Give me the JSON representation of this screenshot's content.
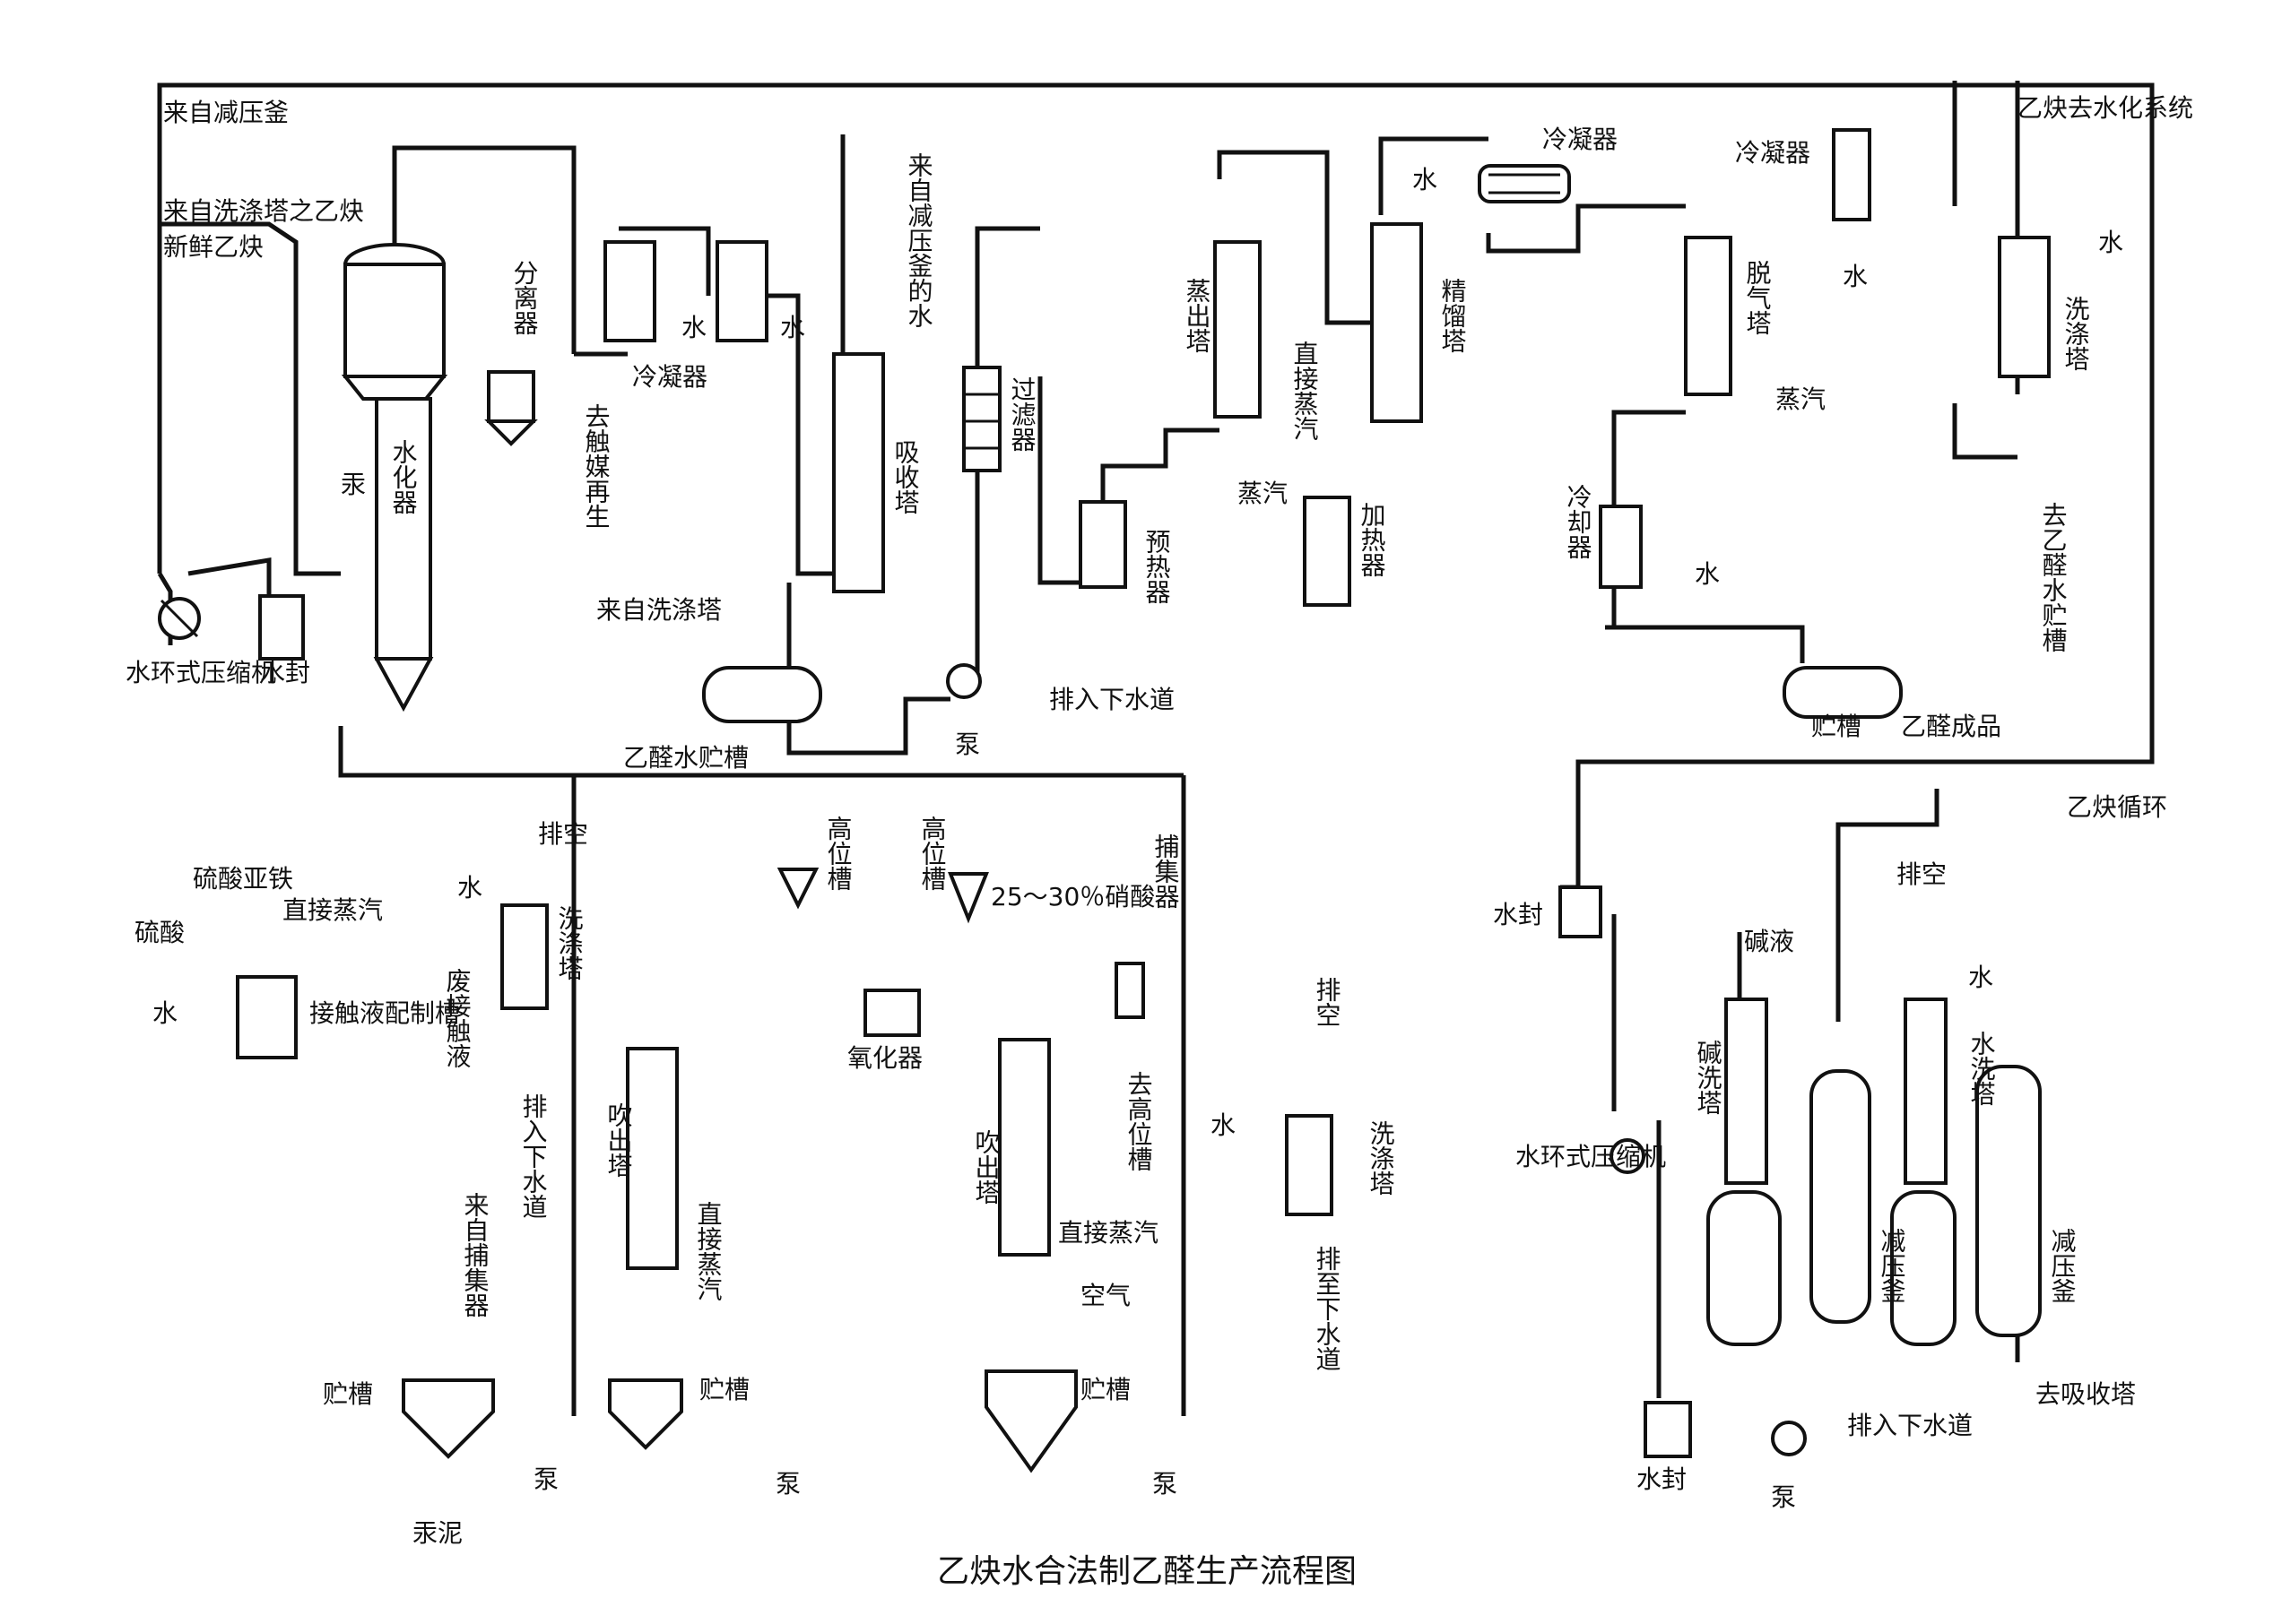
{
  "title": "乙炔水合法制乙醛生产流程图",
  "labels": {
    "from_decomp_kettle": "来自减压釜",
    "acetylene_from_washer": "来自洗涤塔之乙炔",
    "fresh_acetylene": "新鲜乙炔",
    "water_ring_compressor_1": "水环式压缩机",
    "water_seal_1": "水封",
    "hydrator": "水化器",
    "mercury": "汞",
    "separator": "分离器",
    "to_catalyst_regen": "去触媒再生",
    "condenser_1": "冷凝器",
    "water_a": "水",
    "water_b": "水",
    "absorber": "吸收塔",
    "water_from_decomp": "来自减压釜的水",
    "from_washer": "来自洗涤塔",
    "acetaldehyde_water_tank": "乙醛水贮槽",
    "pump_1": "泵",
    "filter": "过滤器",
    "preheater": "预热器",
    "to_sewer_1": "排入下水道",
    "stripper": "蒸出塔",
    "direct_steam_1": "直接蒸汽",
    "steam_1": "蒸汽",
    "heater": "加热器",
    "rectifier": "精馏塔",
    "condenser_2": "冷凝器",
    "water_c": "水",
    "condenser_3": "冷凝器",
    "water_d": "水",
    "degasser": "脱气塔",
    "steam_2": "蒸汽",
    "cooler": "冷却器",
    "water_e": "水",
    "storage_tank_1": "贮槽",
    "acetaldehyde_product": "乙醛成品",
    "acetylene_to_hydration": "乙炔去水化系统",
    "water_f": "水",
    "washer_1": "洗涤塔",
    "to_acetaldehyde_water_tank": "去乙醛水贮槽",
    "ferrous_sulfate": "硫酸亚铁",
    "sulfuric_acid": "硫酸",
    "direct_steam_2": "直接蒸汽",
    "water_g": "水",
    "catalyst_prep_tank": "接触液配制槽",
    "vent_1": "排空",
    "water_h": "水",
    "washer_2": "洗涤塔",
    "spent_catalyst": "废接触液",
    "to_sewer_2": "排入下水道",
    "from_collector": "来自捕集器",
    "blow_tower_1": "吹出塔",
    "direct_steam_3": "直接蒸汽",
    "storage_tank_2": "贮槽",
    "mercury_sludge": "汞泥",
    "pump_2": "泵",
    "high_tank_1": "高位槽",
    "high_tank_2": "高位槽",
    "nitric_acid": "25～30％硝酸",
    "oxidizer": "氧化器",
    "collector": "捕集器",
    "to_high_tank": "去高位槽",
    "blow_tower_2": "吹出塔",
    "direct_steam_4": "直接蒸汽",
    "air": "空气",
    "storage_tank_3": "贮槽",
    "storage_tank_4": "贮槽",
    "pump_3": "泵",
    "pump_4": "泵",
    "vent_2": "排空",
    "water_i": "水",
    "washer_3": "洗涤塔",
    "to_sewer_3": "排至下水道",
    "acetylene_cycle": "乙炔循环",
    "water_seal_2": "水封",
    "water_ring_compressor_2": "水环式压缩机",
    "caustic": "碱液",
    "caustic_washer": "碱洗塔",
    "vent_3": "排空",
    "water_j": "水",
    "water_washer": "水洗塔",
    "decomp_kettle_1": "减压釜",
    "decomp_kettle_2": "减压釜",
    "water_seal_3": "水封",
    "pump_5": "泵",
    "to_sewer_4": "排入下水道",
    "to_absorber": "去吸收塔"
  }
}
